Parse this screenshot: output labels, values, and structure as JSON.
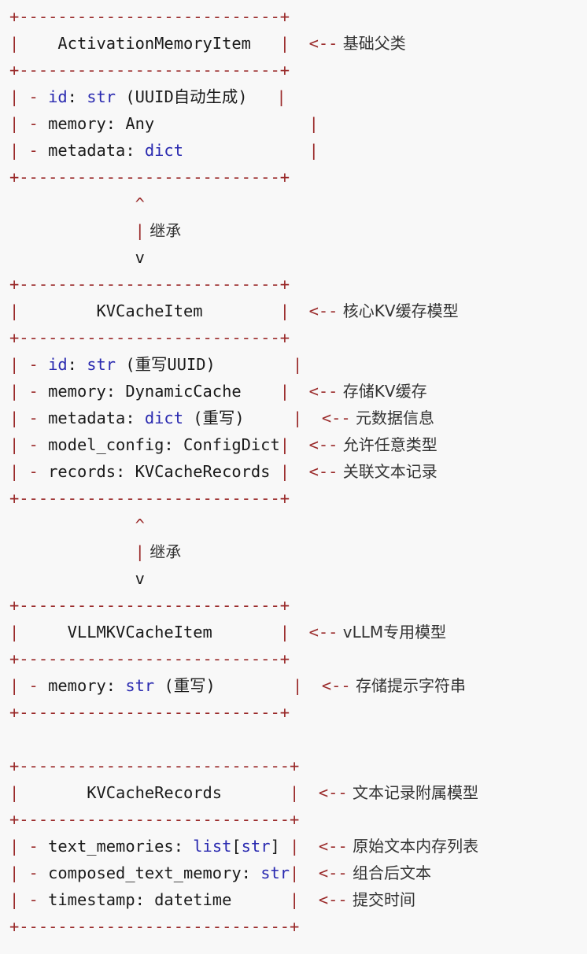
{
  "diagram": {
    "lines": [
      [
        {
          "t": "+---------------------------+",
          "c": "p"
        }
      ],
      [
        {
          "t": "|    ",
          "c": "p"
        },
        {
          "t": "ActivationMemoryItem",
          "c": "k"
        },
        {
          "t": "   |  <--",
          "c": "p"
        },
        {
          "t": " 基础父类",
          "c": "cm"
        }
      ],
      [
        {
          "t": "+---------------------------+",
          "c": "p"
        }
      ],
      [
        {
          "t": "| - ",
          "c": "p"
        },
        {
          "t": "id",
          "c": "kw"
        },
        {
          "t": ": ",
          "c": "k"
        },
        {
          "t": "str",
          "c": "kw"
        },
        {
          "t": " (UUID自动生成)   ",
          "c": "k"
        },
        {
          "t": "|",
          "c": "p"
        }
      ],
      [
        {
          "t": "| - ",
          "c": "p"
        },
        {
          "t": "memory: Any                ",
          "c": "k"
        },
        {
          "t": "|",
          "c": "p"
        }
      ],
      [
        {
          "t": "| - ",
          "c": "p"
        },
        {
          "t": "metadata: ",
          "c": "k"
        },
        {
          "t": "dict",
          "c": "kw"
        },
        {
          "t": "             ",
          "c": "k"
        },
        {
          "t": "|",
          "c": "p"
        }
      ],
      [
        {
          "t": "+---------------------------+",
          "c": "p"
        }
      ],
      [
        {
          "t": "             ^",
          "c": "p"
        }
      ],
      [
        {
          "t": "             |",
          "c": "p"
        },
        {
          "t": " 继承",
          "c": "cm"
        }
      ],
      [
        {
          "t": "             v",
          "c": "k"
        }
      ],
      [
        {
          "t": "+---------------------------+",
          "c": "p"
        }
      ],
      [
        {
          "t": "|        ",
          "c": "p"
        },
        {
          "t": "KVCacheItem",
          "c": "k"
        },
        {
          "t": "        |  <--",
          "c": "p"
        },
        {
          "t": " 核心KV缓存模型",
          "c": "cm"
        }
      ],
      [
        {
          "t": "+---------------------------+",
          "c": "p"
        }
      ],
      [
        {
          "t": "| - ",
          "c": "p"
        },
        {
          "t": "id",
          "c": "kw"
        },
        {
          "t": ": ",
          "c": "k"
        },
        {
          "t": "str",
          "c": "kw"
        },
        {
          "t": " (重写UUID)        ",
          "c": "k"
        },
        {
          "t": "|",
          "c": "p"
        }
      ],
      [
        {
          "t": "| - ",
          "c": "p"
        },
        {
          "t": "memory: DynamicCache    ",
          "c": "k"
        },
        {
          "t": "|  <--",
          "c": "p"
        },
        {
          "t": " 存储KV缓存",
          "c": "cm"
        }
      ],
      [
        {
          "t": "| - ",
          "c": "p"
        },
        {
          "t": "metadata: ",
          "c": "k"
        },
        {
          "t": "dict",
          "c": "kw"
        },
        {
          "t": " (重写)     ",
          "c": "k"
        },
        {
          "t": "|  <--",
          "c": "p"
        },
        {
          "t": " 元数据信息",
          "c": "cm"
        }
      ],
      [
        {
          "t": "| - ",
          "c": "p"
        },
        {
          "t": "model_config: ConfigDict",
          "c": "k"
        },
        {
          "t": "|  <--",
          "c": "p"
        },
        {
          "t": " 允许任意类型",
          "c": "cm"
        }
      ],
      [
        {
          "t": "| - ",
          "c": "p"
        },
        {
          "t": "records: KVCacheRecords ",
          "c": "k"
        },
        {
          "t": "|  <--",
          "c": "p"
        },
        {
          "t": " 关联文本记录",
          "c": "cm"
        }
      ],
      [
        {
          "t": "+---------------------------+",
          "c": "p"
        }
      ],
      [
        {
          "t": "             ^",
          "c": "p"
        }
      ],
      [
        {
          "t": "             |",
          "c": "p"
        },
        {
          "t": " 继承",
          "c": "cm"
        }
      ],
      [
        {
          "t": "             v",
          "c": "k"
        }
      ],
      [
        {
          "t": "+---------------------------+",
          "c": "p"
        }
      ],
      [
        {
          "t": "|     ",
          "c": "p"
        },
        {
          "t": "VLLMKVCacheItem",
          "c": "k"
        },
        {
          "t": "       |  <--",
          "c": "p"
        },
        {
          "t": " vLLM专用模型",
          "c": "cm"
        }
      ],
      [
        {
          "t": "+---------------------------+",
          "c": "p"
        }
      ],
      [
        {
          "t": "| - ",
          "c": "p"
        },
        {
          "t": "memory: ",
          "c": "k"
        },
        {
          "t": "str",
          "c": "kw"
        },
        {
          "t": " (重写)        ",
          "c": "k"
        },
        {
          "t": "|  <--",
          "c": "p"
        },
        {
          "t": " 存储提示字符串",
          "c": "cm"
        }
      ],
      [
        {
          "t": "+---------------------------+",
          "c": "p"
        }
      ],
      [
        {
          "t": "",
          "c": "k"
        }
      ],
      [
        {
          "t": "+----------------------------+",
          "c": "p"
        }
      ],
      [
        {
          "t": "|       ",
          "c": "p"
        },
        {
          "t": "KVCacheRecords",
          "c": "k"
        },
        {
          "t": "       |  <--",
          "c": "p"
        },
        {
          "t": " 文本记录附属模型",
          "c": "cm"
        }
      ],
      [
        {
          "t": "+----------------------------+",
          "c": "p"
        }
      ],
      [
        {
          "t": "| - ",
          "c": "p"
        },
        {
          "t": "text_memories: ",
          "c": "k"
        },
        {
          "t": "list",
          "c": "kw"
        },
        {
          "t": "[",
          "c": "k"
        },
        {
          "t": "str",
          "c": "kw"
        },
        {
          "t": "] ",
          "c": "k"
        },
        {
          "t": "|  <--",
          "c": "p"
        },
        {
          "t": " 原始文本内存列表",
          "c": "cm"
        }
      ],
      [
        {
          "t": "| - ",
          "c": "p"
        },
        {
          "t": "composed_text_memory: ",
          "c": "k"
        },
        {
          "t": "str",
          "c": "kw"
        },
        {
          "t": "|  <--",
          "c": "p"
        },
        {
          "t": " 组合后文本",
          "c": "cm"
        }
      ],
      [
        {
          "t": "| - ",
          "c": "p"
        },
        {
          "t": "timestamp: datetime      ",
          "c": "k"
        },
        {
          "t": "|  <--",
          "c": "p"
        },
        {
          "t": " 提交时间",
          "c": "cm"
        }
      ],
      [
        {
          "t": "+----------------------------+",
          "c": "p"
        }
      ]
    ]
  }
}
